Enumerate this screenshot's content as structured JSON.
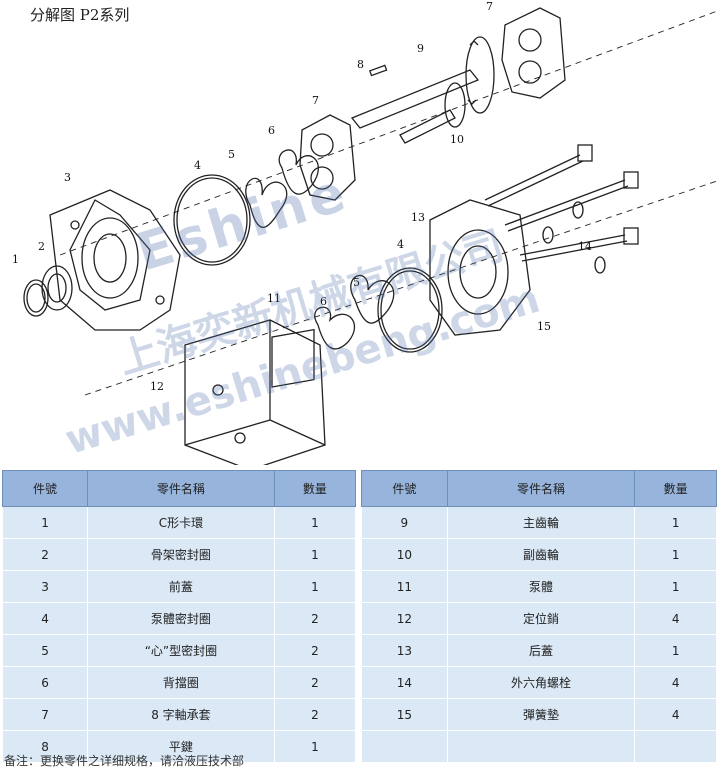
{
  "title": "分解图 P2系列",
  "callouts": {
    "n1": "1",
    "n2": "2",
    "n3": "3",
    "n4a": "4",
    "n5a": "5",
    "n6a": "6",
    "n7a": "7",
    "n7b": "7",
    "n8": "8",
    "n9": "9",
    "n10": "10",
    "n11": "11",
    "n6b": "6",
    "n5b": "5",
    "n4b": "4",
    "n12": "12",
    "n13": "13",
    "n14": "14",
    "n15": "15"
  },
  "watermark": {
    "brand": "Eshine",
    "cn": "上海奕新机械有限公司",
    "url": "www.eshinebeng.com"
  },
  "table_left": {
    "headers": [
      "件號",
      "零件名稱",
      "數量"
    ],
    "rows": [
      [
        "1",
        "C形卡環",
        "1"
      ],
      [
        "2",
        "骨架密封圈",
        "1"
      ],
      [
        "3",
        "前蓋",
        "1"
      ],
      [
        "4",
        "泵體密封圈",
        "2"
      ],
      [
        "5",
        "“心”型密封圈",
        "2"
      ],
      [
        "6",
        "背擋圈",
        "2"
      ],
      [
        "7",
        "8 字軸承套",
        "2"
      ],
      [
        "8",
        "平鍵",
        "1"
      ]
    ]
  },
  "table_right": {
    "headers": [
      "件號",
      "零件名稱",
      "數量"
    ],
    "rows": [
      [
        "9",
        "主齒輪",
        "1"
      ],
      [
        "10",
        "副齒輪",
        "1"
      ],
      [
        "11",
        "泵體",
        "1"
      ],
      [
        "12",
        "定位銷",
        "4"
      ],
      [
        "13",
        "后蓋",
        "1"
      ],
      [
        "14",
        "外六角螺栓",
        "4"
      ],
      [
        "15",
        "彈簧墊",
        "4"
      ],
      [
        "",
        "",
        ""
      ]
    ]
  },
  "footnote": "备注：更换零件之详细规格，请洽液压技术部"
}
